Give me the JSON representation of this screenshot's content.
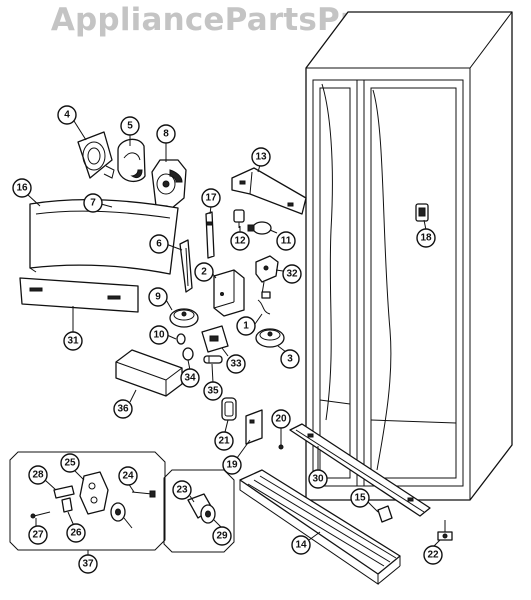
{
  "watermark": "AppliancePartsPros.com",
  "callouts": [
    "1",
    "2",
    "3",
    "4",
    "5",
    "6",
    "7",
    "8",
    "9",
    "10",
    "11",
    "12",
    "13",
    "14",
    "15",
    "16",
    "17",
    "18",
    "19",
    "20",
    "21",
    "22",
    "23",
    "24",
    "25",
    "26",
    "27",
    "28",
    "29",
    "30",
    "31",
    "32",
    "33",
    "34",
    "35",
    "36",
    "37"
  ]
}
